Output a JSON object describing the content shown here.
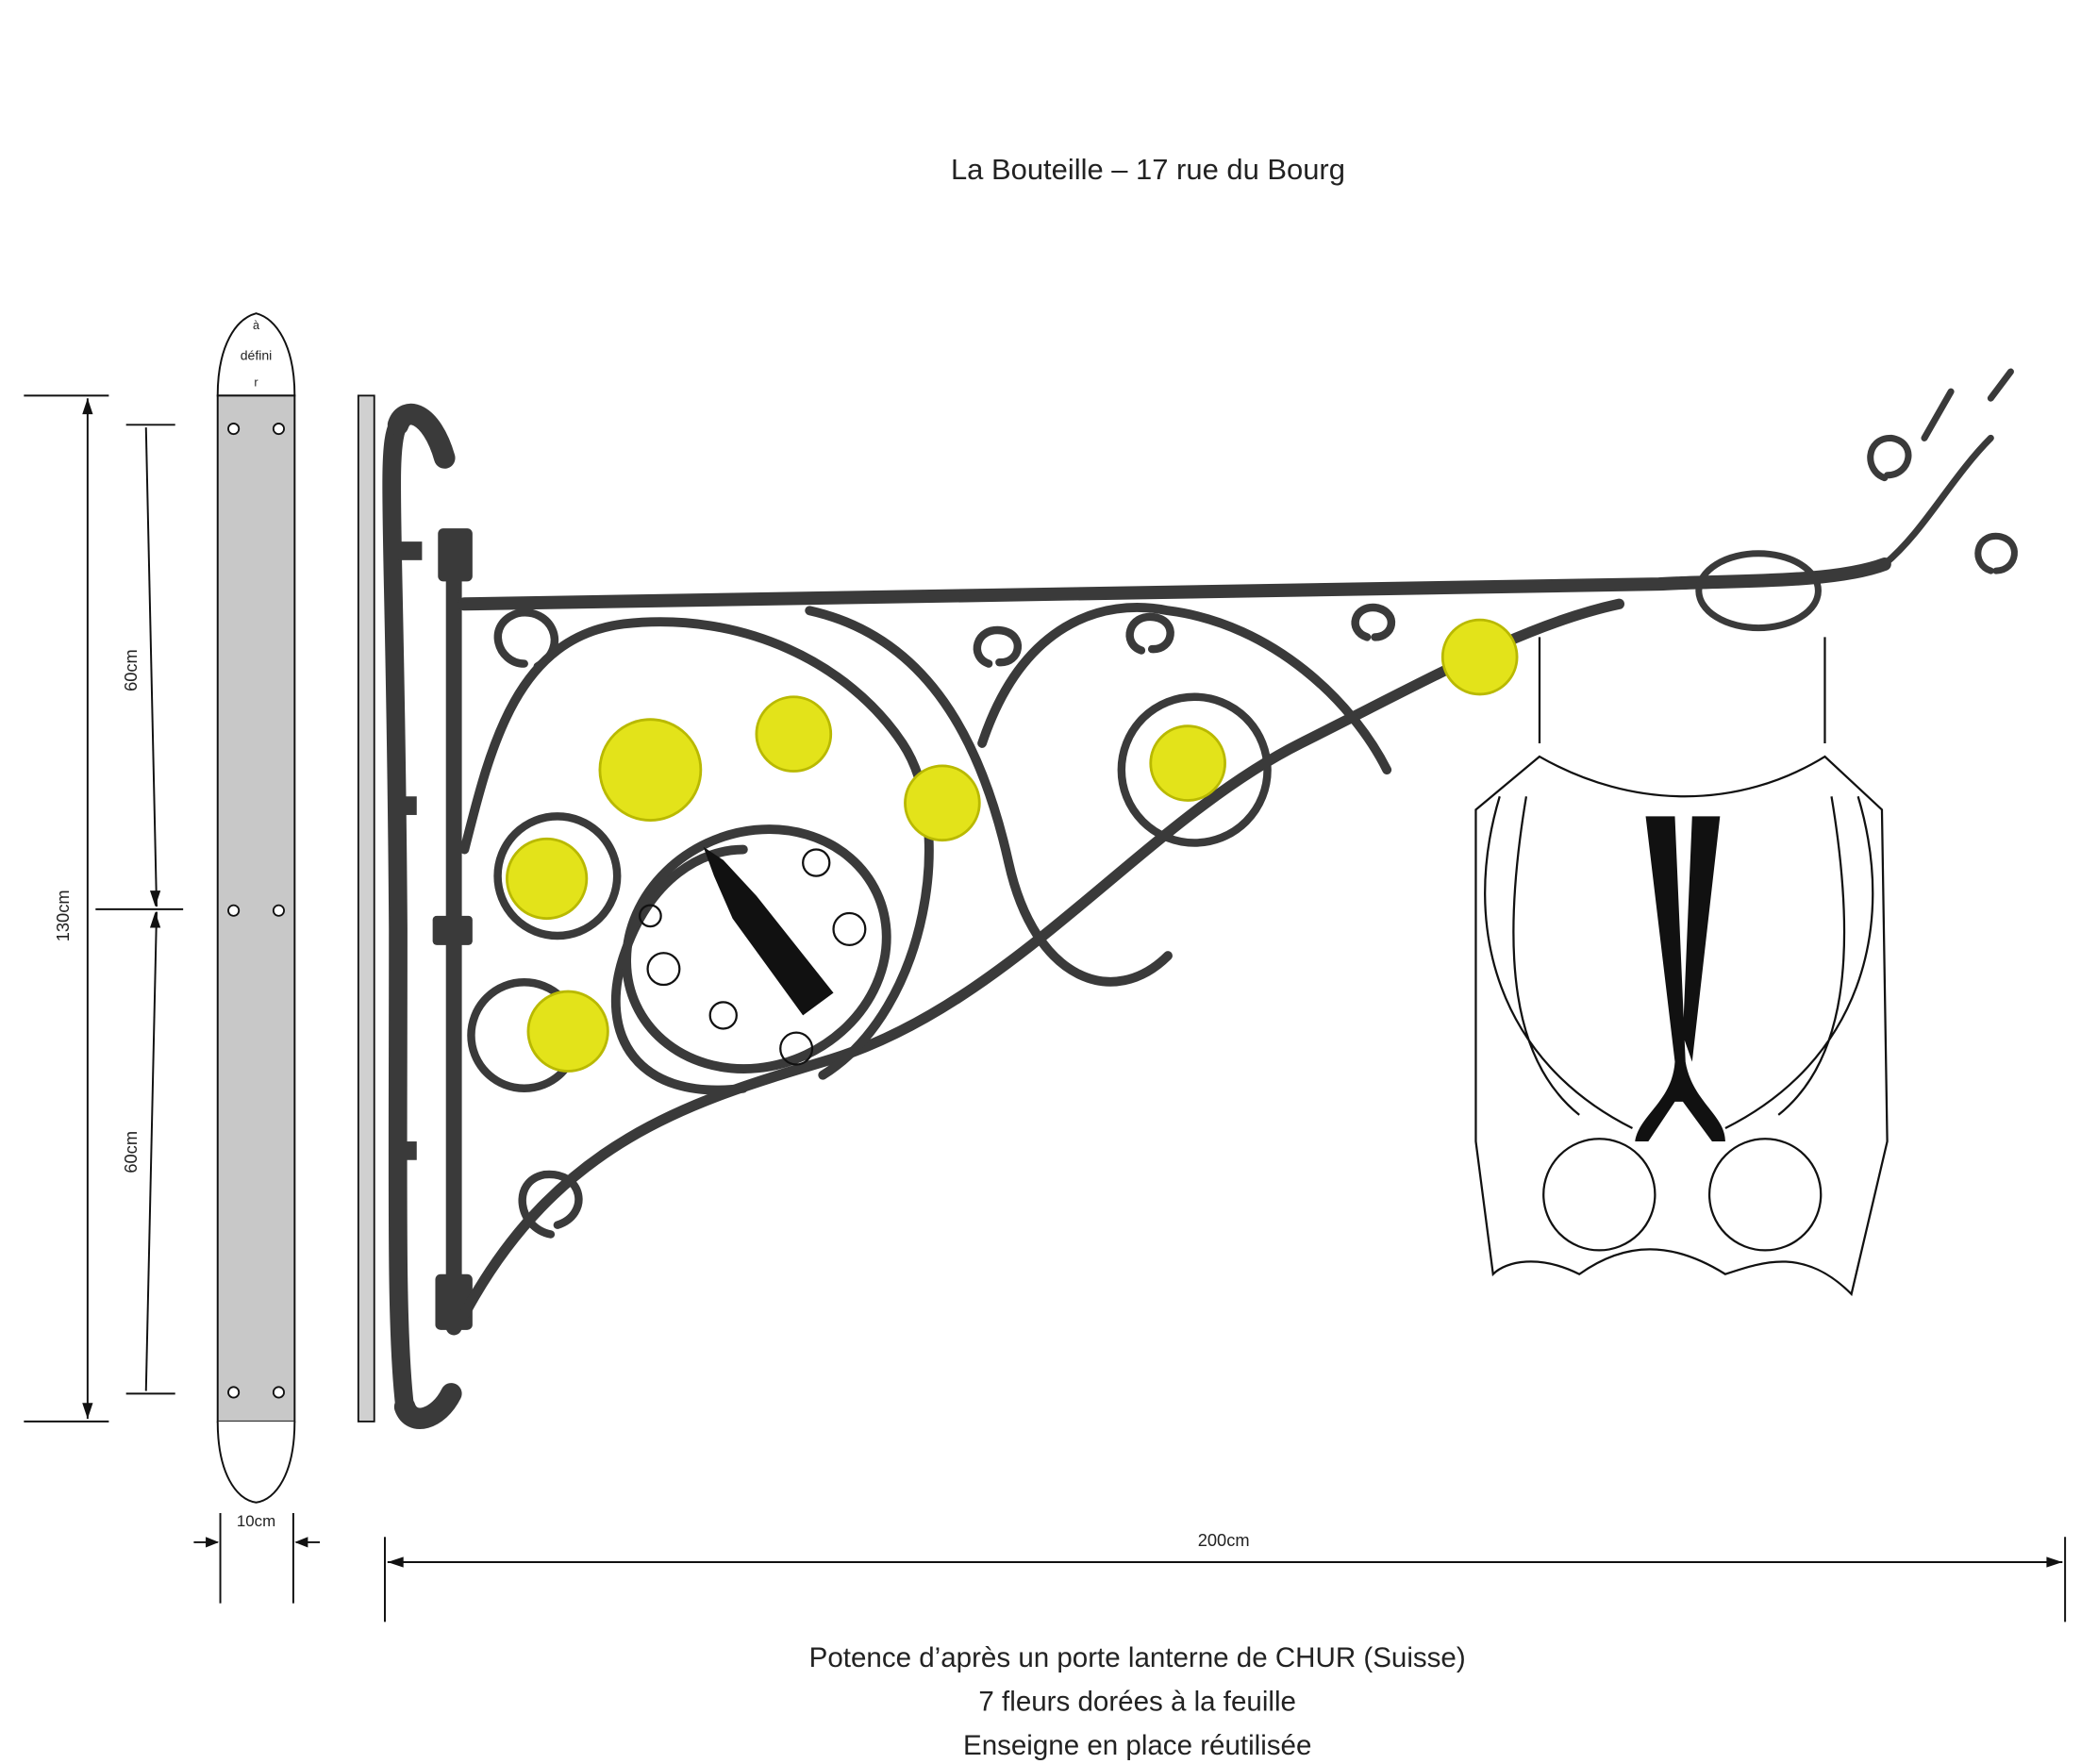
{
  "title": "La Bouteille – 17 rue du Bourg",
  "plate_top_note": [
    "à",
    "défini",
    "r"
  ],
  "dimensions": {
    "total_height": "130cm",
    "upper_span": "60cm",
    "lower_span": "60cm",
    "plate_width": "10cm",
    "bracket_length": "200cm"
  },
  "caption": [
    "Potence d’après un porte lanterne de CHUR (Suisse)",
    "7 fleurs dorées à la feuille",
    "Enseigne en place réutilisée"
  ],
  "colors": {
    "iron": "#3a3a3a",
    "flower": "#e3e31a",
    "plate": "#c8c8c8"
  }
}
